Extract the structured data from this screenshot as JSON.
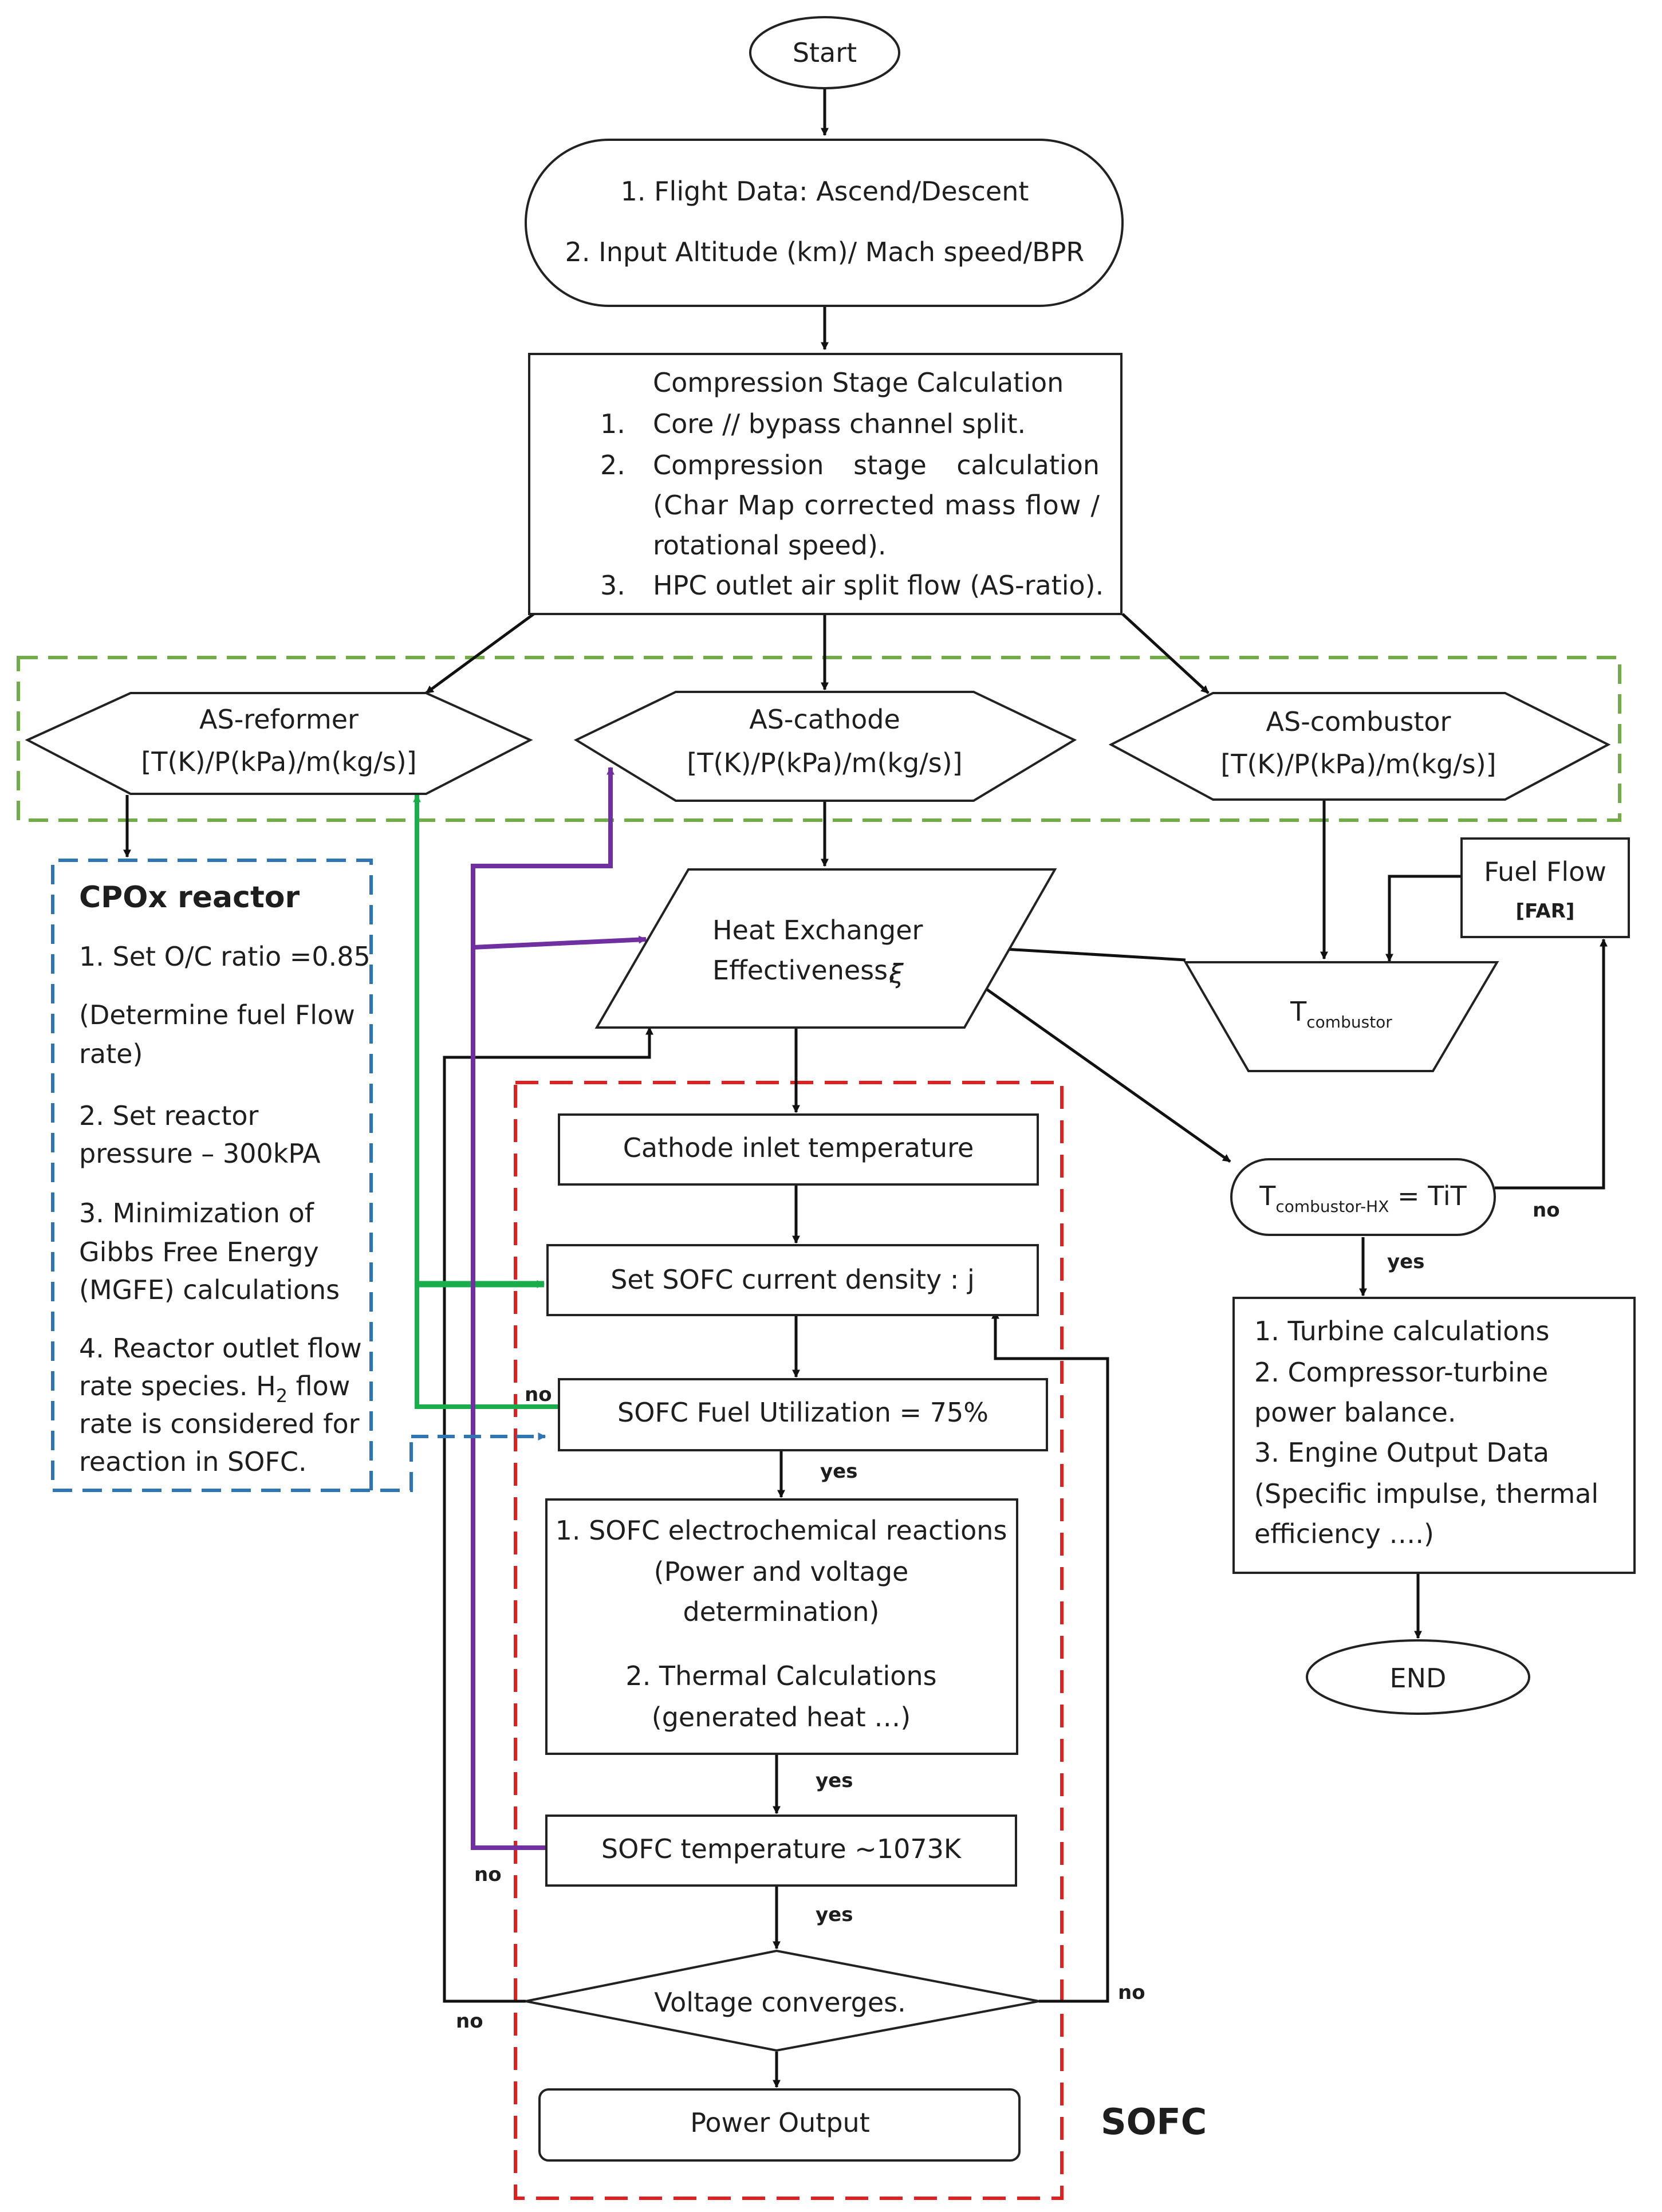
{
  "start": "Start",
  "flight_data": {
    "line1": "1. Flight Data: Ascend/Descent",
    "line2": "2. Input Altitude (km)/ Mach speed/BPR"
  },
  "compression": {
    "title": "Compression Stage Calculation",
    "n1": "1.",
    "i1": "Core // bypass channel split.",
    "n2": "2.",
    "i2a_w1": "Compression",
    "i2a_w2": "stage",
    "i2a_w3": "calculation",
    "i2b": "(Char Map corrected mass flow /",
    "i2c": "rotational speed).",
    "n3": "3.",
    "i3": "HPC outlet air split flow (AS-ratio)."
  },
  "as_reformer": {
    "title": "AS-reformer",
    "sub": "[T(K)/P(kPa)/m(kg/s)]"
  },
  "as_cathode": {
    "title": "AS-cathode",
    "sub": "[T(K)/P(kPa)/m(kg/s)]"
  },
  "as_combustor": {
    "title": "AS-combustor",
    "sub": "[T(K)/P(kPa)/m(kg/s)]"
  },
  "cpox": {
    "title": "CPOx reactor",
    "s1": "1. Set O/C ratio =0.85",
    "s1b1": "(Determine fuel Flow",
    "s1b2": "rate)",
    "s2a": "2. Set reactor",
    "s2b": "pressure – 300kPA",
    "s3a": "3. Minimization of",
    "s3b": "Gibbs Free Energy",
    "s3c": "(MGFE) calculations",
    "s4a": "4. Reactor outlet flow",
    "s4b_pre": "rate species. H",
    "s4b_sub": "2",
    "s4b_post": " flow",
    "s4c": "rate is considered for",
    "s4d": "reaction in SOFC."
  },
  "hx": {
    "line1": "Heat Exchanger",
    "line2": "Effectiveness,",
    "symbol": "ξ"
  },
  "fuel_flow": {
    "title": "Fuel Flow",
    "sub": "[FAR]"
  },
  "tcomb": {
    "main": "T",
    "sub": "combustor"
  },
  "tit": {
    "main": "T",
    "sub": "combustor-HX",
    "rest": " = TiT"
  },
  "cathode_inlet": "Cathode inlet temperature",
  "current_density": "Set SOFC current density : j",
  "fuel_util": "SOFC Fuel Utilization = 75%",
  "sofc_calc": {
    "l1": "1. SOFC electrochemical reactions",
    "l2": "(Power and voltage",
    "l3": "determination)",
    "l4": "2. Thermal Calculations",
    "l5": "(generated heat …)"
  },
  "sofc_temp": "SOFC temperature ~1073K",
  "voltage": "Voltage converges.",
  "power": "Power Output",
  "sofc_label": "SOFC",
  "turbine": {
    "l1": "1. Turbine calculations",
    "l2": "2. Compressor-turbine",
    "l3": "power balance.",
    "l4": "3. Engine Output Data",
    "l5": "(Specific impulse, thermal",
    "l6": "efficiency ….)"
  },
  "end": "END",
  "labels": {
    "no": "no",
    "yes": "yes"
  },
  "colors": {
    "green_dashed": "#70ad47",
    "blue_dashed": "#2e75b6",
    "red_dashed": "#e02020",
    "green_arrow": "#1aad4b",
    "purple_arrow": "#7030a0",
    "blue_arrow": "#2e75b6"
  }
}
